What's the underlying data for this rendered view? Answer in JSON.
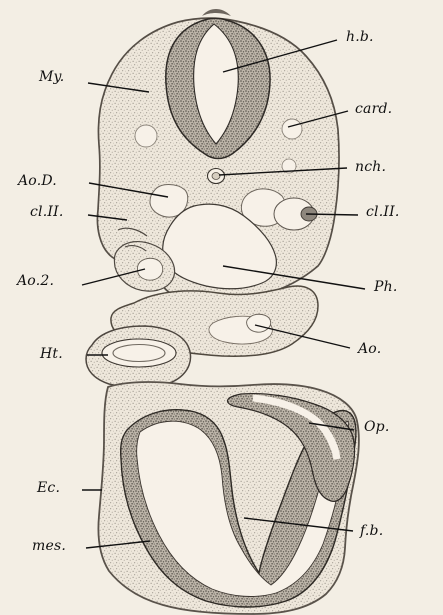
{
  "labels": {
    "hb": "h.b.",
    "my": "My.",
    "card": "card.",
    "nch": "nch.",
    "aod": "Ao.D.",
    "cl2_right": "cl.II.",
    "cl2_left": "cl.II.",
    "ao2": "Ao.2.",
    "ph": "Ph.",
    "ht": "Ht.",
    "ao": "Ao.",
    "op": "Op.",
    "ec": "Ec.",
    "mes": "mes.",
    "fb": "f.b."
  },
  "colors": {
    "background": "#f3eee4",
    "stipple_light": "#d9d3c7",
    "stipple_dark": "#6f6a62",
    "ink": "#111111"
  }
}
